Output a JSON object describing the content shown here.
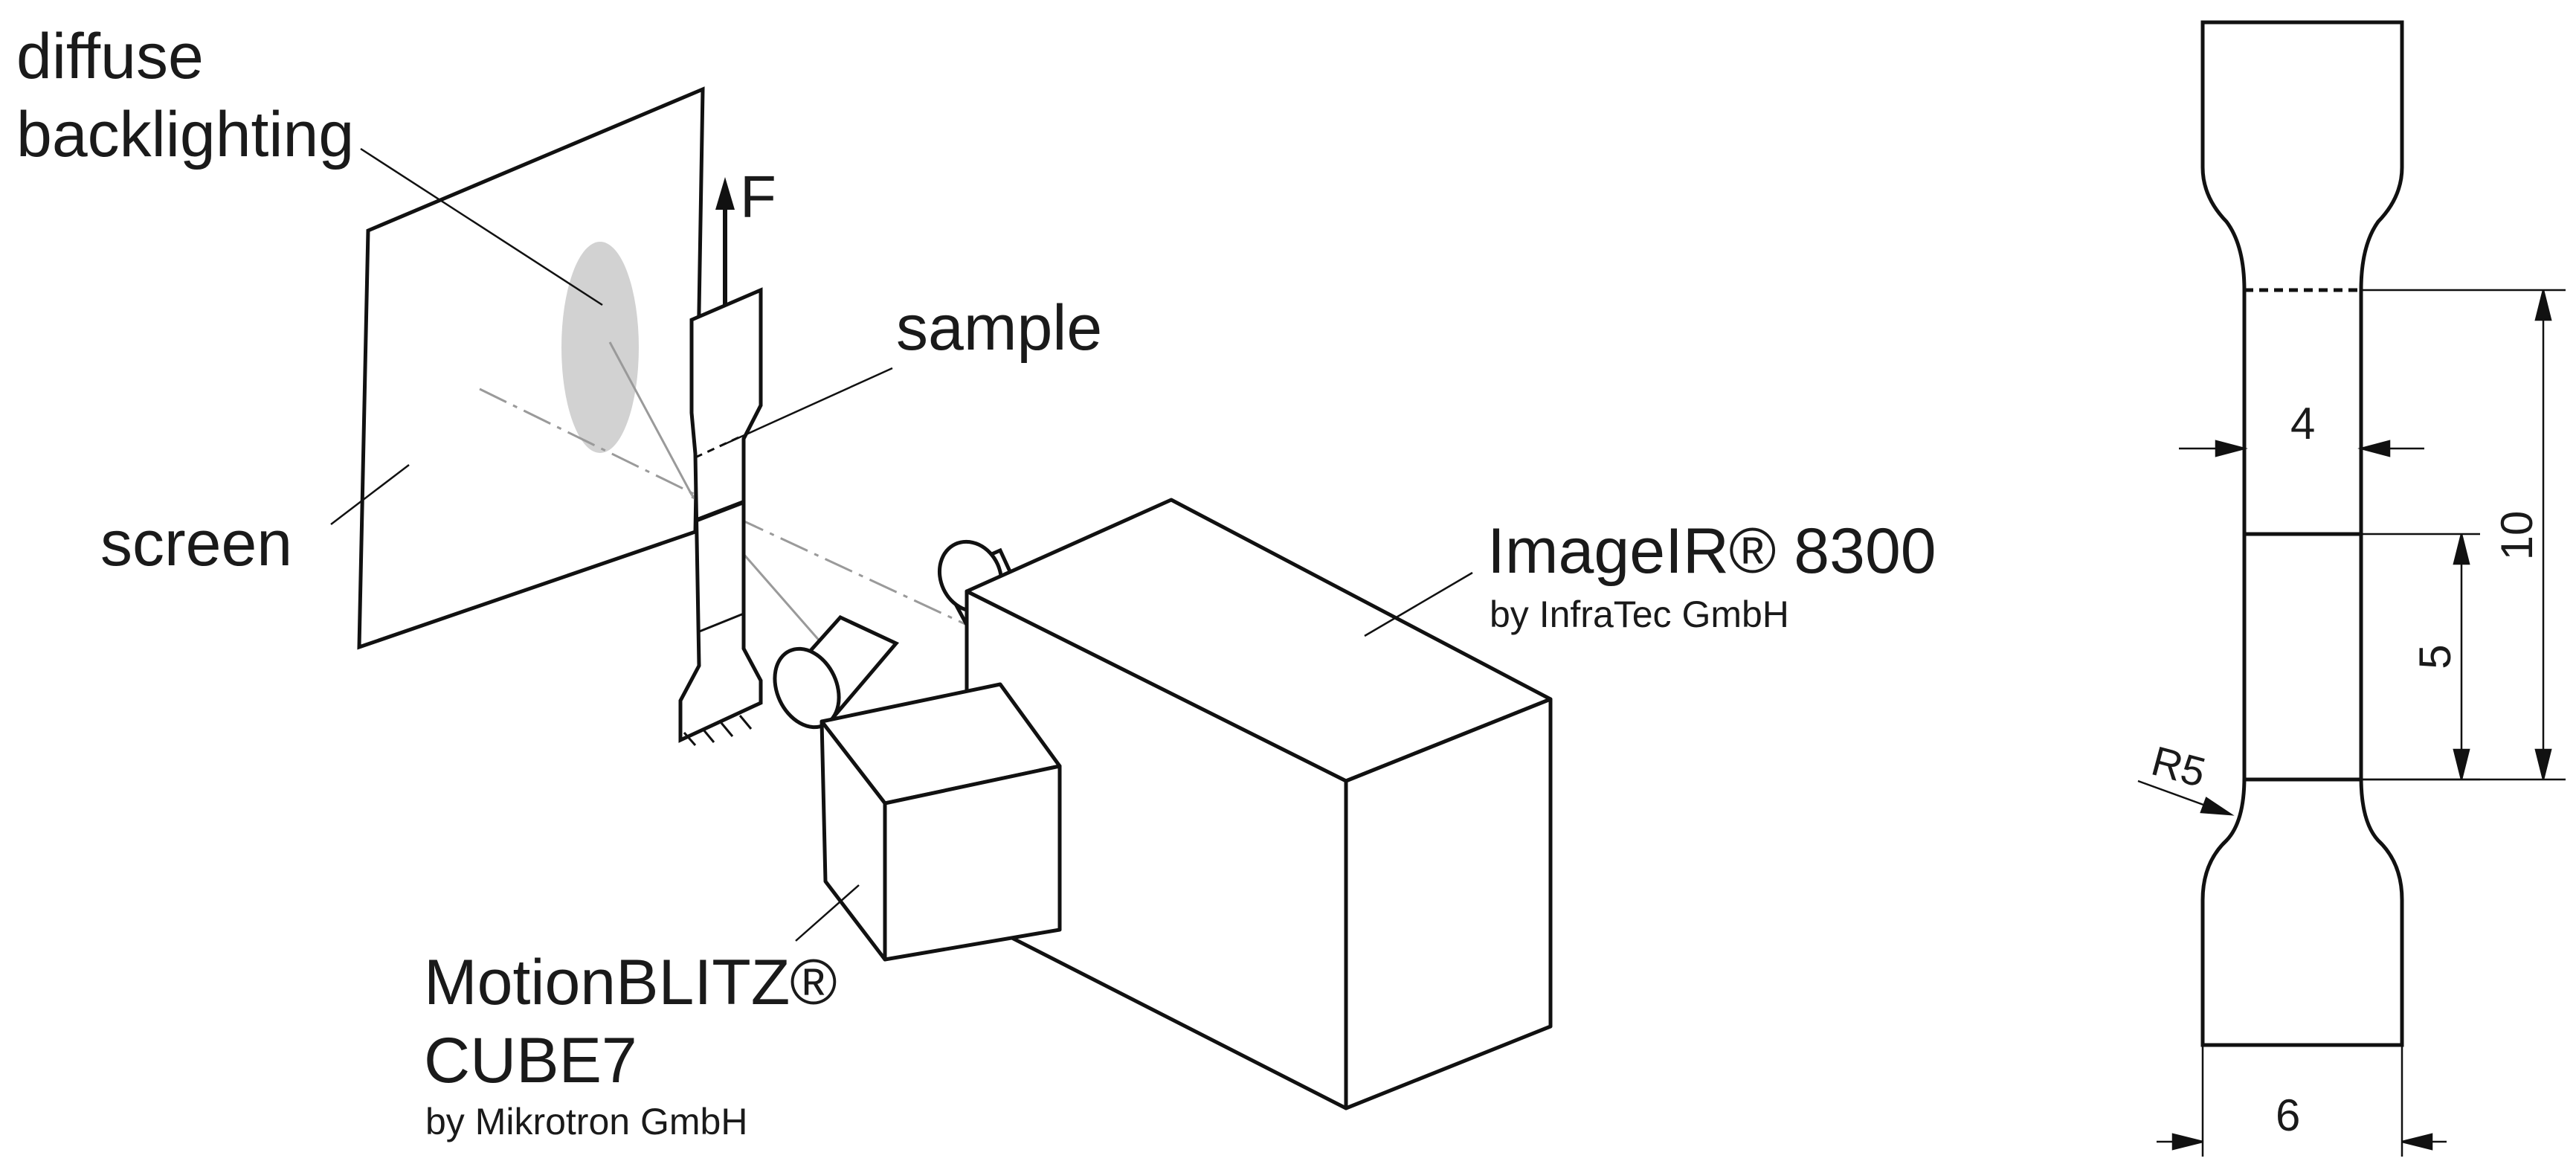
{
  "labels": {
    "diffuse_line1": "diffuse",
    "diffuse_line2": "backlighting",
    "force": "F",
    "sample": "sample",
    "screen": "screen",
    "ir_camera_name": "ImageIR® 8300",
    "ir_camera_maker": "by InfraTec GmbH",
    "hs_camera_name_line1": "MotionBLITZ®",
    "hs_camera_name_line2": "CUBE7",
    "hs_camera_maker": "by Mikrotron GmbH"
  },
  "specimen_dimensions": {
    "width_gauge": "4",
    "width_grip": "6",
    "length_measure": "5",
    "length_total": "10",
    "radius": "R5"
  },
  "colors": {
    "line": "#111111",
    "backlight_spot": "#d2d2d2",
    "ray": "#9a9a9a"
  }
}
